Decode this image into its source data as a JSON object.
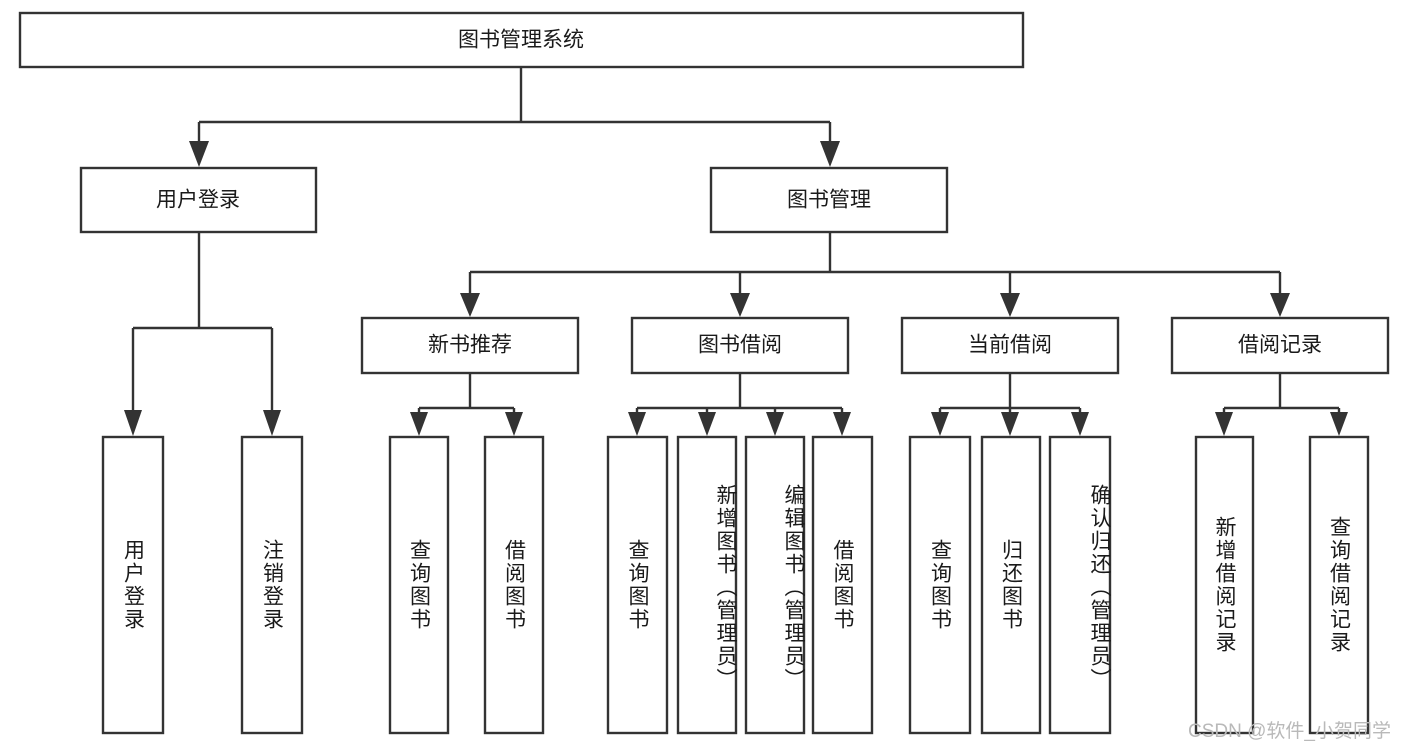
{
  "diagram": {
    "type": "hierarchy-tree",
    "title": "图书管理系统",
    "watermark": "CSDN @软件_小贺同学",
    "root": {
      "label": "图书管理系统",
      "orientation": "horizontal"
    },
    "level2": [
      {
        "label": "用户登录",
        "orientation": "horizontal"
      },
      {
        "label": "图书管理",
        "orientation": "horizontal"
      }
    ],
    "level3": [
      {
        "label": "新书推荐",
        "orientation": "horizontal"
      },
      {
        "label": "图书借阅",
        "orientation": "horizontal"
      },
      {
        "label": "当前借阅",
        "orientation": "horizontal"
      },
      {
        "label": "借阅记录",
        "orientation": "horizontal"
      }
    ],
    "leaves": {
      "user_login": [
        {
          "label": "用户登录",
          "orientation": "vertical"
        },
        {
          "label": "注销登录",
          "orientation": "vertical"
        }
      ],
      "new_book_recommend": [
        {
          "label": "查询图书",
          "orientation": "vertical"
        },
        {
          "label": "借阅图书",
          "orientation": "vertical"
        }
      ],
      "book_borrow": [
        {
          "label": "查询图书",
          "orientation": "vertical"
        },
        {
          "label": "新增图书（管理员）",
          "orientation": "vertical"
        },
        {
          "label": "编辑图书（管理员）",
          "orientation": "vertical"
        },
        {
          "label": "借阅图书",
          "orientation": "vertical"
        }
      ],
      "current_borrow": [
        {
          "label": "查询图书",
          "orientation": "vertical"
        },
        {
          "label": "归还图书",
          "orientation": "vertical"
        },
        {
          "label": "确认归还（管理员）",
          "orientation": "vertical"
        }
      ],
      "borrow_record": [
        {
          "label": "新增借阅记录",
          "orientation": "vertical"
        },
        {
          "label": "查询借阅记录",
          "orientation": "vertical"
        }
      ]
    },
    "colors": {
      "stroke": "#333333",
      "box_fill": "#ffffff",
      "text": "#1a1a1a",
      "watermark": "#b9b9b9",
      "background": "#ffffff"
    }
  }
}
